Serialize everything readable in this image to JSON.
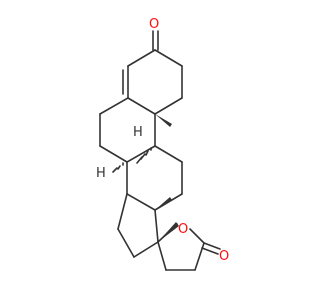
{
  "molecule": {
    "atom_labels": {
      "ketone_oxygen": "O",
      "lactone_ring_oxygen": "O",
      "lactone_carbonyl_oxygen": "O",
      "hydrogen_c9": "H",
      "hydrogen_c8": "H"
    },
    "colors": {
      "bond": "#333333",
      "oxygen": "#ff0d0d",
      "hydrogen": "#333333",
      "background": "#ffffff"
    }
  }
}
